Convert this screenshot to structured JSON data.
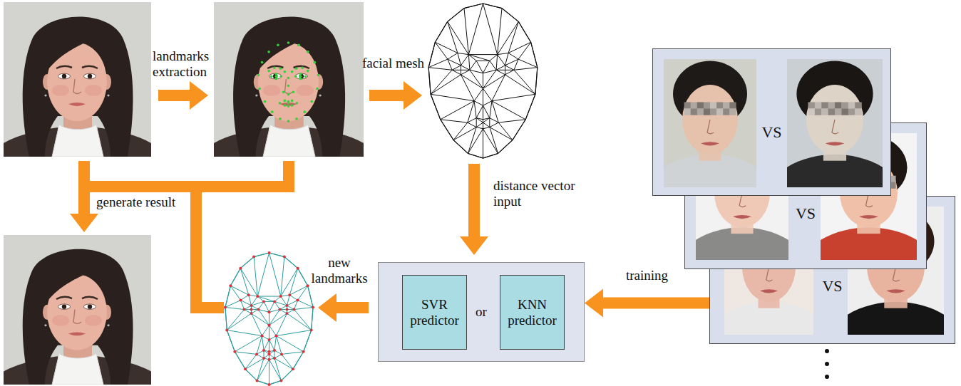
{
  "diagram": {
    "nodes": [
      {
        "text": [
          "or"
        ]
      },
      {
        "text": [
          "SVR predictor"
        ],
        "in": 0
      },
      {
        "text": [
          "KNN predictor"
        ],
        "in": 0
      },
      {
        "text": [
          "VS"
        ]
      },
      {
        "text": [
          "VS"
        ]
      },
      {
        "text": [
          "VS"
        ]
      }
    ],
    "edges": [
      {
        "from": 5,
        "to": 0,
        "arrow": "to",
        "label": "training"
      }
    ],
    "labels": [
      "landmarks extraction",
      "facial mesh",
      "generate result",
      "distance vector input",
      "new landmarks"
    ]
  }
}
